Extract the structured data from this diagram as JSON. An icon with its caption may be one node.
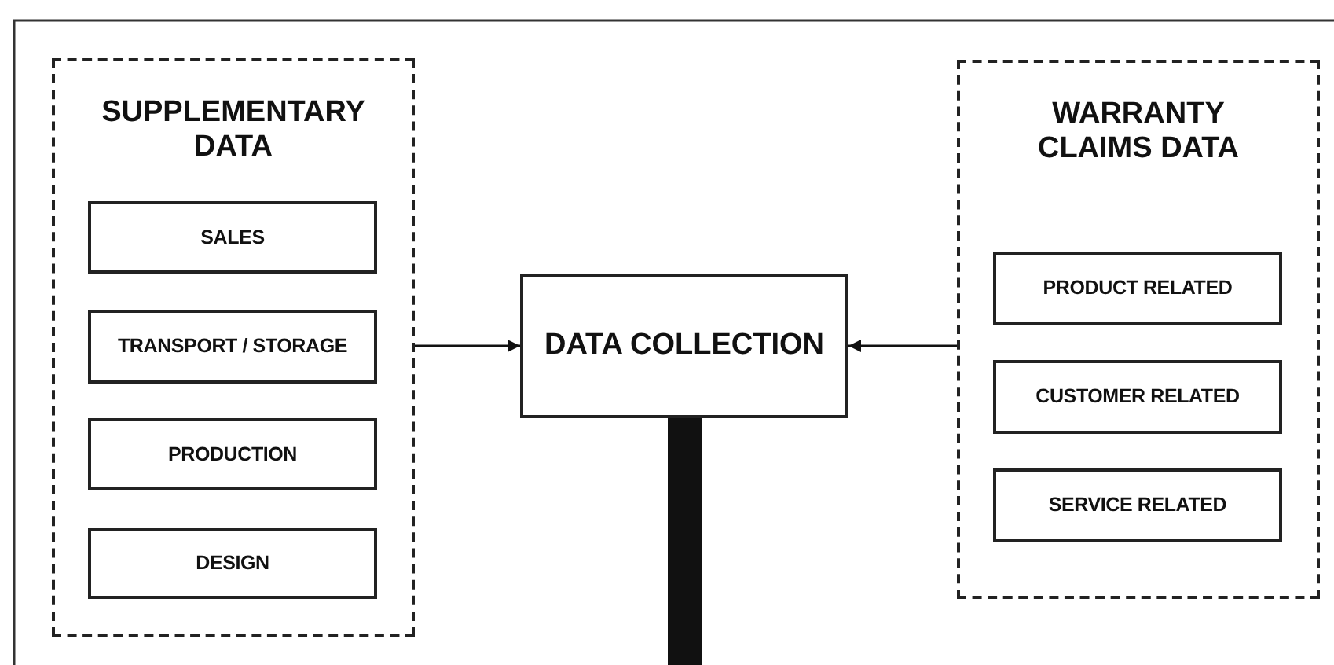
{
  "diagram": {
    "nodes": [
      {
        "text": [
          "SUPPLEMENTARY DATA"
        ]
      },
      {
        "text": [
          "SALES"
        ],
        "in": 0
      },
      {
        "text": [
          "TRANSPORT / STORAGE"
        ],
        "in": 0
      },
      {
        "text": [
          "PRODUCTION"
        ],
        "in": 0
      },
      {
        "text": [
          "DESIGN"
        ],
        "in": 0
      },
      {
        "text": [
          "DATA COLLECTION"
        ]
      },
      {
        "text": [
          "WARRANTY CLAIMS DATA"
        ]
      },
      {
        "text": [
          "PRODUCT RELATED"
        ],
        "in": 6
      },
      {
        "text": [
          "CUSTOMER RELATED"
        ],
        "in": 6
      },
      {
        "text": [
          "SERVICE RELATED"
        ],
        "in": 6
      }
    ],
    "edges": [
      {
        "from": 0,
        "to": 5,
        "arrow": "to"
      },
      {
        "from": 6,
        "to": 5,
        "arrow": "to"
      },
      {
        "from": 5,
        "to": null,
        "arrow": "none",
        "style": "thick"
      }
    ]
  }
}
